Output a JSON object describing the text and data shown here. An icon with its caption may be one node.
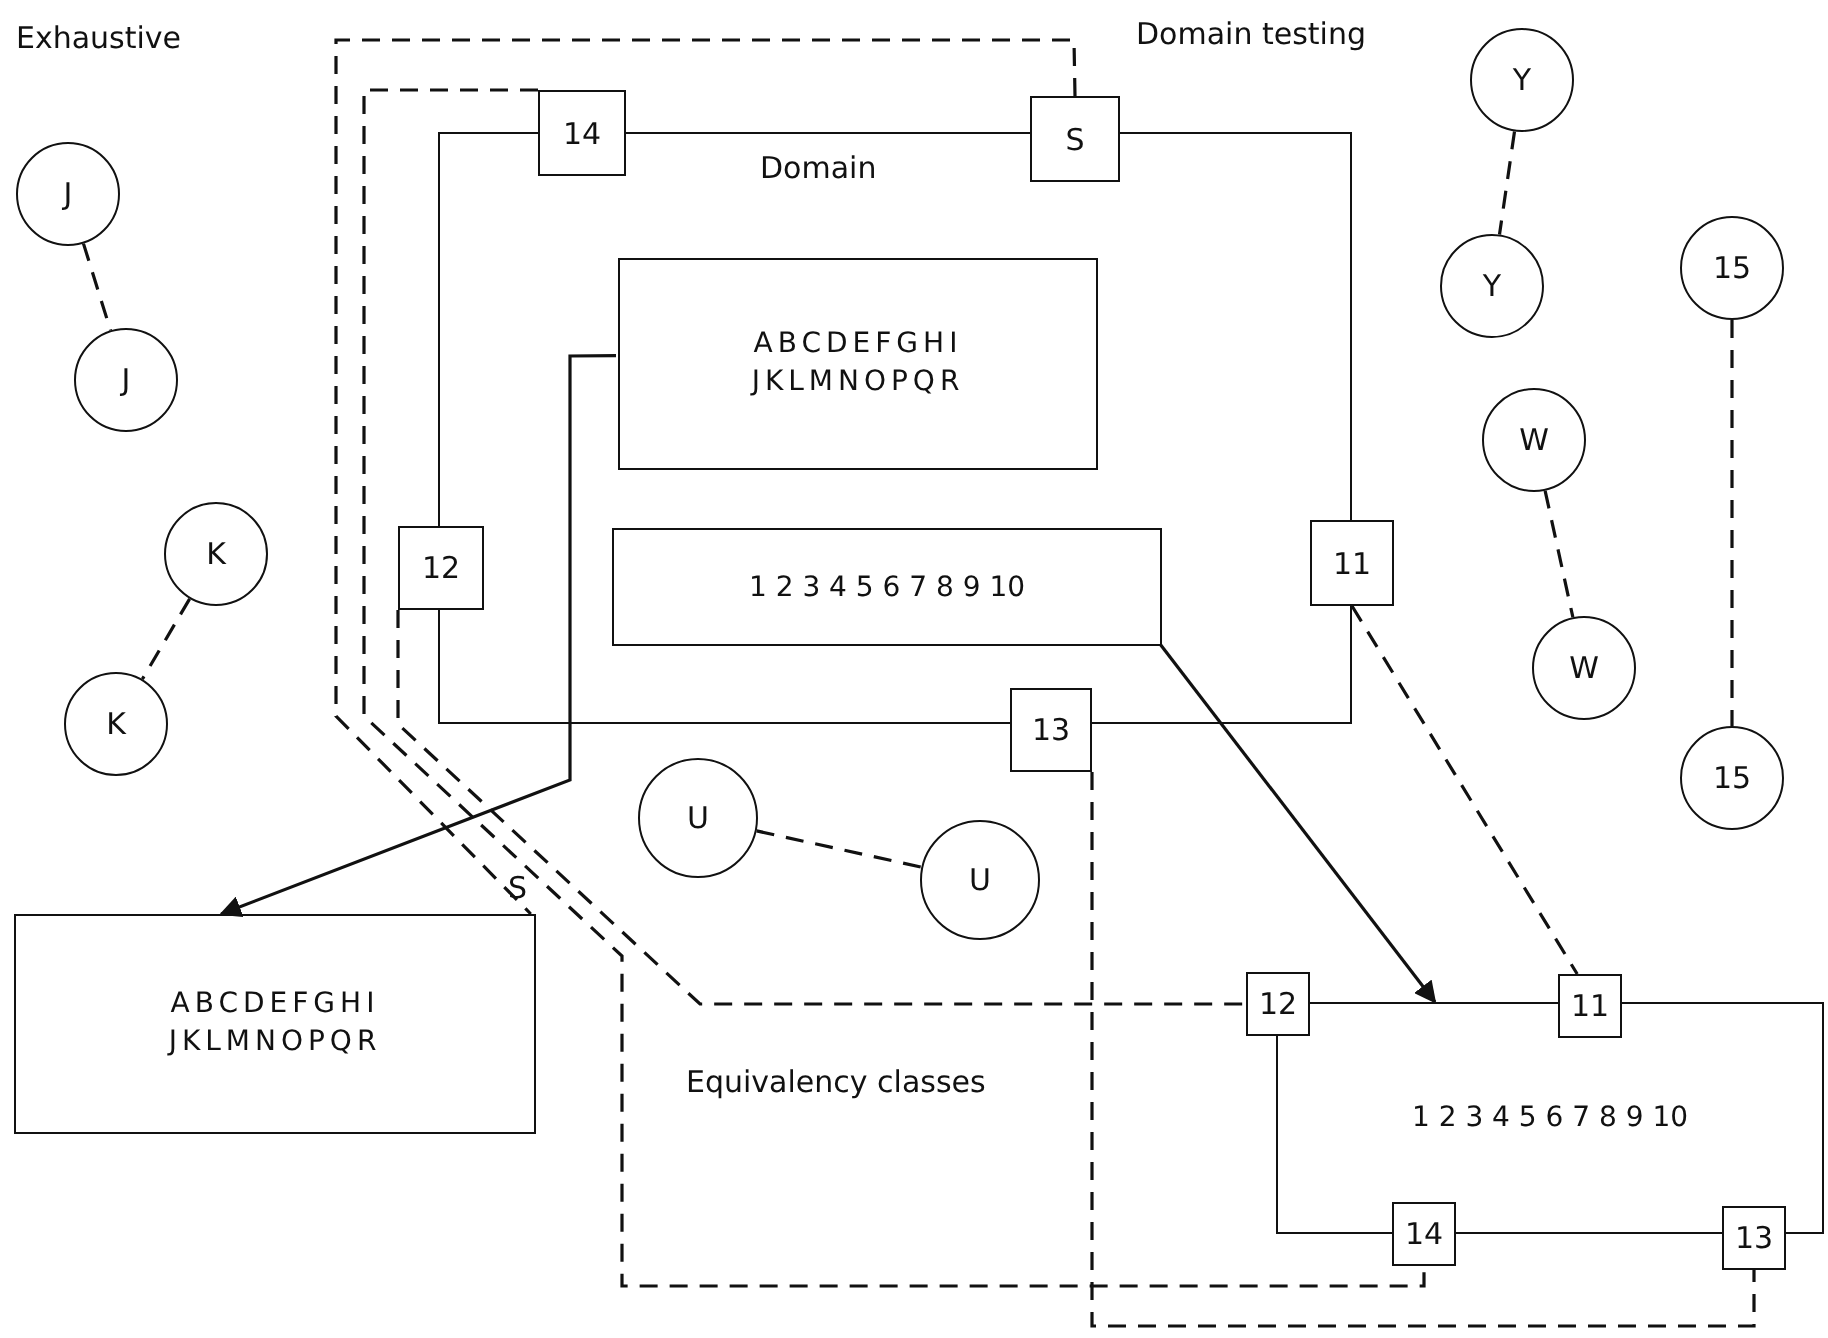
{
  "diagram": {
    "nodes": [
      {
        "text": [
          "Domain"
        ]
      },
      {
        "text": [
          "14"
        ]
      },
      {
        "text": [
          "S"
        ]
      },
      {
        "text": [
          "ABCDEFGHI JKLMNOPQR"
        ],
        "in": 0
      },
      {
        "text": [
          "12"
        ]
      },
      {
        "text": [
          "1 2 3 4 5 6 7 8 9 10"
        ],
        "in": 0
      },
      {
        "text": [
          "11"
        ]
      },
      {
        "text": [
          "13"
        ]
      },
      {
        "text": [
          "ABCDEFGHI JKLMNOPQR"
        ],
        "beside": [
          "S"
        ]
      },
      {
        "text": [
          "1 2 3 4 5 6 7 8 9 10"
        ]
      },
      {
        "text": [
          "12"
        ]
      },
      {
        "text": [
          "11"
        ]
      },
      {
        "text": [
          "14"
        ]
      },
      {
        "text": [
          "13"
        ]
      },
      {
        "text": [
          "J"
        ]
      },
      {
        "text": [
          "J"
        ]
      },
      {
        "text": [
          "K"
        ]
      },
      {
        "text": [
          "K"
        ]
      },
      {
        "text": [
          "U"
        ]
      },
      {
        "text": [
          "U"
        ]
      },
      {
        "text": [
          "Y"
        ]
      },
      {
        "text": [
          "Y"
        ]
      },
      {
        "text": [
          "W"
        ]
      },
      {
        "text": [
          "W"
        ]
      },
      {
        "text": [
          "15"
        ]
      },
      {
        "text": [
          "15"
        ]
      }
    ],
    "edges": [
      {
        "from": 3,
        "to": 8,
        "arrow": "to"
      },
      {
        "from": 5,
        "to": 9,
        "arrow": "to"
      },
      {
        "from": 2,
        "to": 8,
        "arrow": "none",
        "style": "dashed"
      },
      {
        "from": 1,
        "to": 12,
        "arrow": "none",
        "style": "dashed"
      },
      {
        "from": 4,
        "to": 10,
        "arrow": "none",
        "style": "dashed"
      },
      {
        "from": 7,
        "to": 13,
        "arrow": "none",
        "style": "dashed"
      },
      {
        "from": 6,
        "to": 11,
        "arrow": "none",
        "style": "dashed"
      },
      {
        "from": 14,
        "to": 15,
        "arrow": "none",
        "style": "dashed"
      },
      {
        "from": 16,
        "to": 17,
        "arrow": "none",
        "style": "dashed"
      },
      {
        "from": 18,
        "to": 19,
        "arrow": "none",
        "style": "dashed"
      },
      {
        "from": 20,
        "to": 21,
        "arrow": "none",
        "style": "dashed"
      },
      {
        "from": 22,
        "to": 23,
        "arrow": "none",
        "style": "dashed"
      },
      {
        "from": 24,
        "to": 25,
        "arrow": "none",
        "style": "dashed"
      }
    ],
    "labels": [
      "Exhaustive",
      "Domain testing",
      "Equivalency classes"
    ]
  }
}
